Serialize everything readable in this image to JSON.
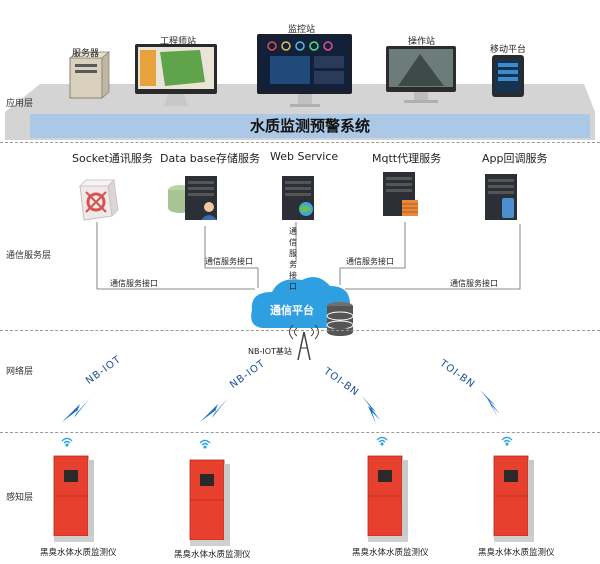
{
  "layers": {
    "application": "应用层",
    "communication": "通信服务层",
    "network": "网络层",
    "perception": "感知层"
  },
  "apps": [
    {
      "label": "服务器",
      "icon": "server-tower-icon"
    },
    {
      "label": "工程师站",
      "icon": "imac-monitor-icon"
    },
    {
      "label": "监控站",
      "icon": "dashboard-monitor-icon"
    },
    {
      "label": "操作站",
      "icon": "desktop-monitor-icon"
    },
    {
      "label": "移动平台",
      "icon": "tablet-icon"
    }
  ],
  "system_title": "水质监测预警系统",
  "services": [
    {
      "label": "Socket通讯服务",
      "icon": "socket-icon"
    },
    {
      "label": "Data base存储服务",
      "icon": "database-server-icon"
    },
    {
      "label": "Web Service",
      "icon": "web-server-icon"
    },
    {
      "label": "Mqtt代理服务",
      "icon": "mqtt-server-icon"
    },
    {
      "label": "App回调服务",
      "icon": "app-server-icon"
    }
  ],
  "interface_label": "通信服务接口",
  "platform_label": "通信平台",
  "base_station_label": "NB-IOT基站",
  "links": [
    "NB-IOT",
    "NB-IOT",
    "TOI-BN",
    "TOI-BN"
  ],
  "devices": [
    "黑臭水体水质监测仪",
    "黑臭水体水质监测仪",
    "黑臭水体水质监测仪",
    "黑臭水体水质监测仪"
  ],
  "colors": {
    "band": "#d0d0d0",
    "title_bar": "#a9c8e6",
    "cloud": "#2e9fe0",
    "device": "#e8402e",
    "bolt": "#1d6fc6"
  }
}
